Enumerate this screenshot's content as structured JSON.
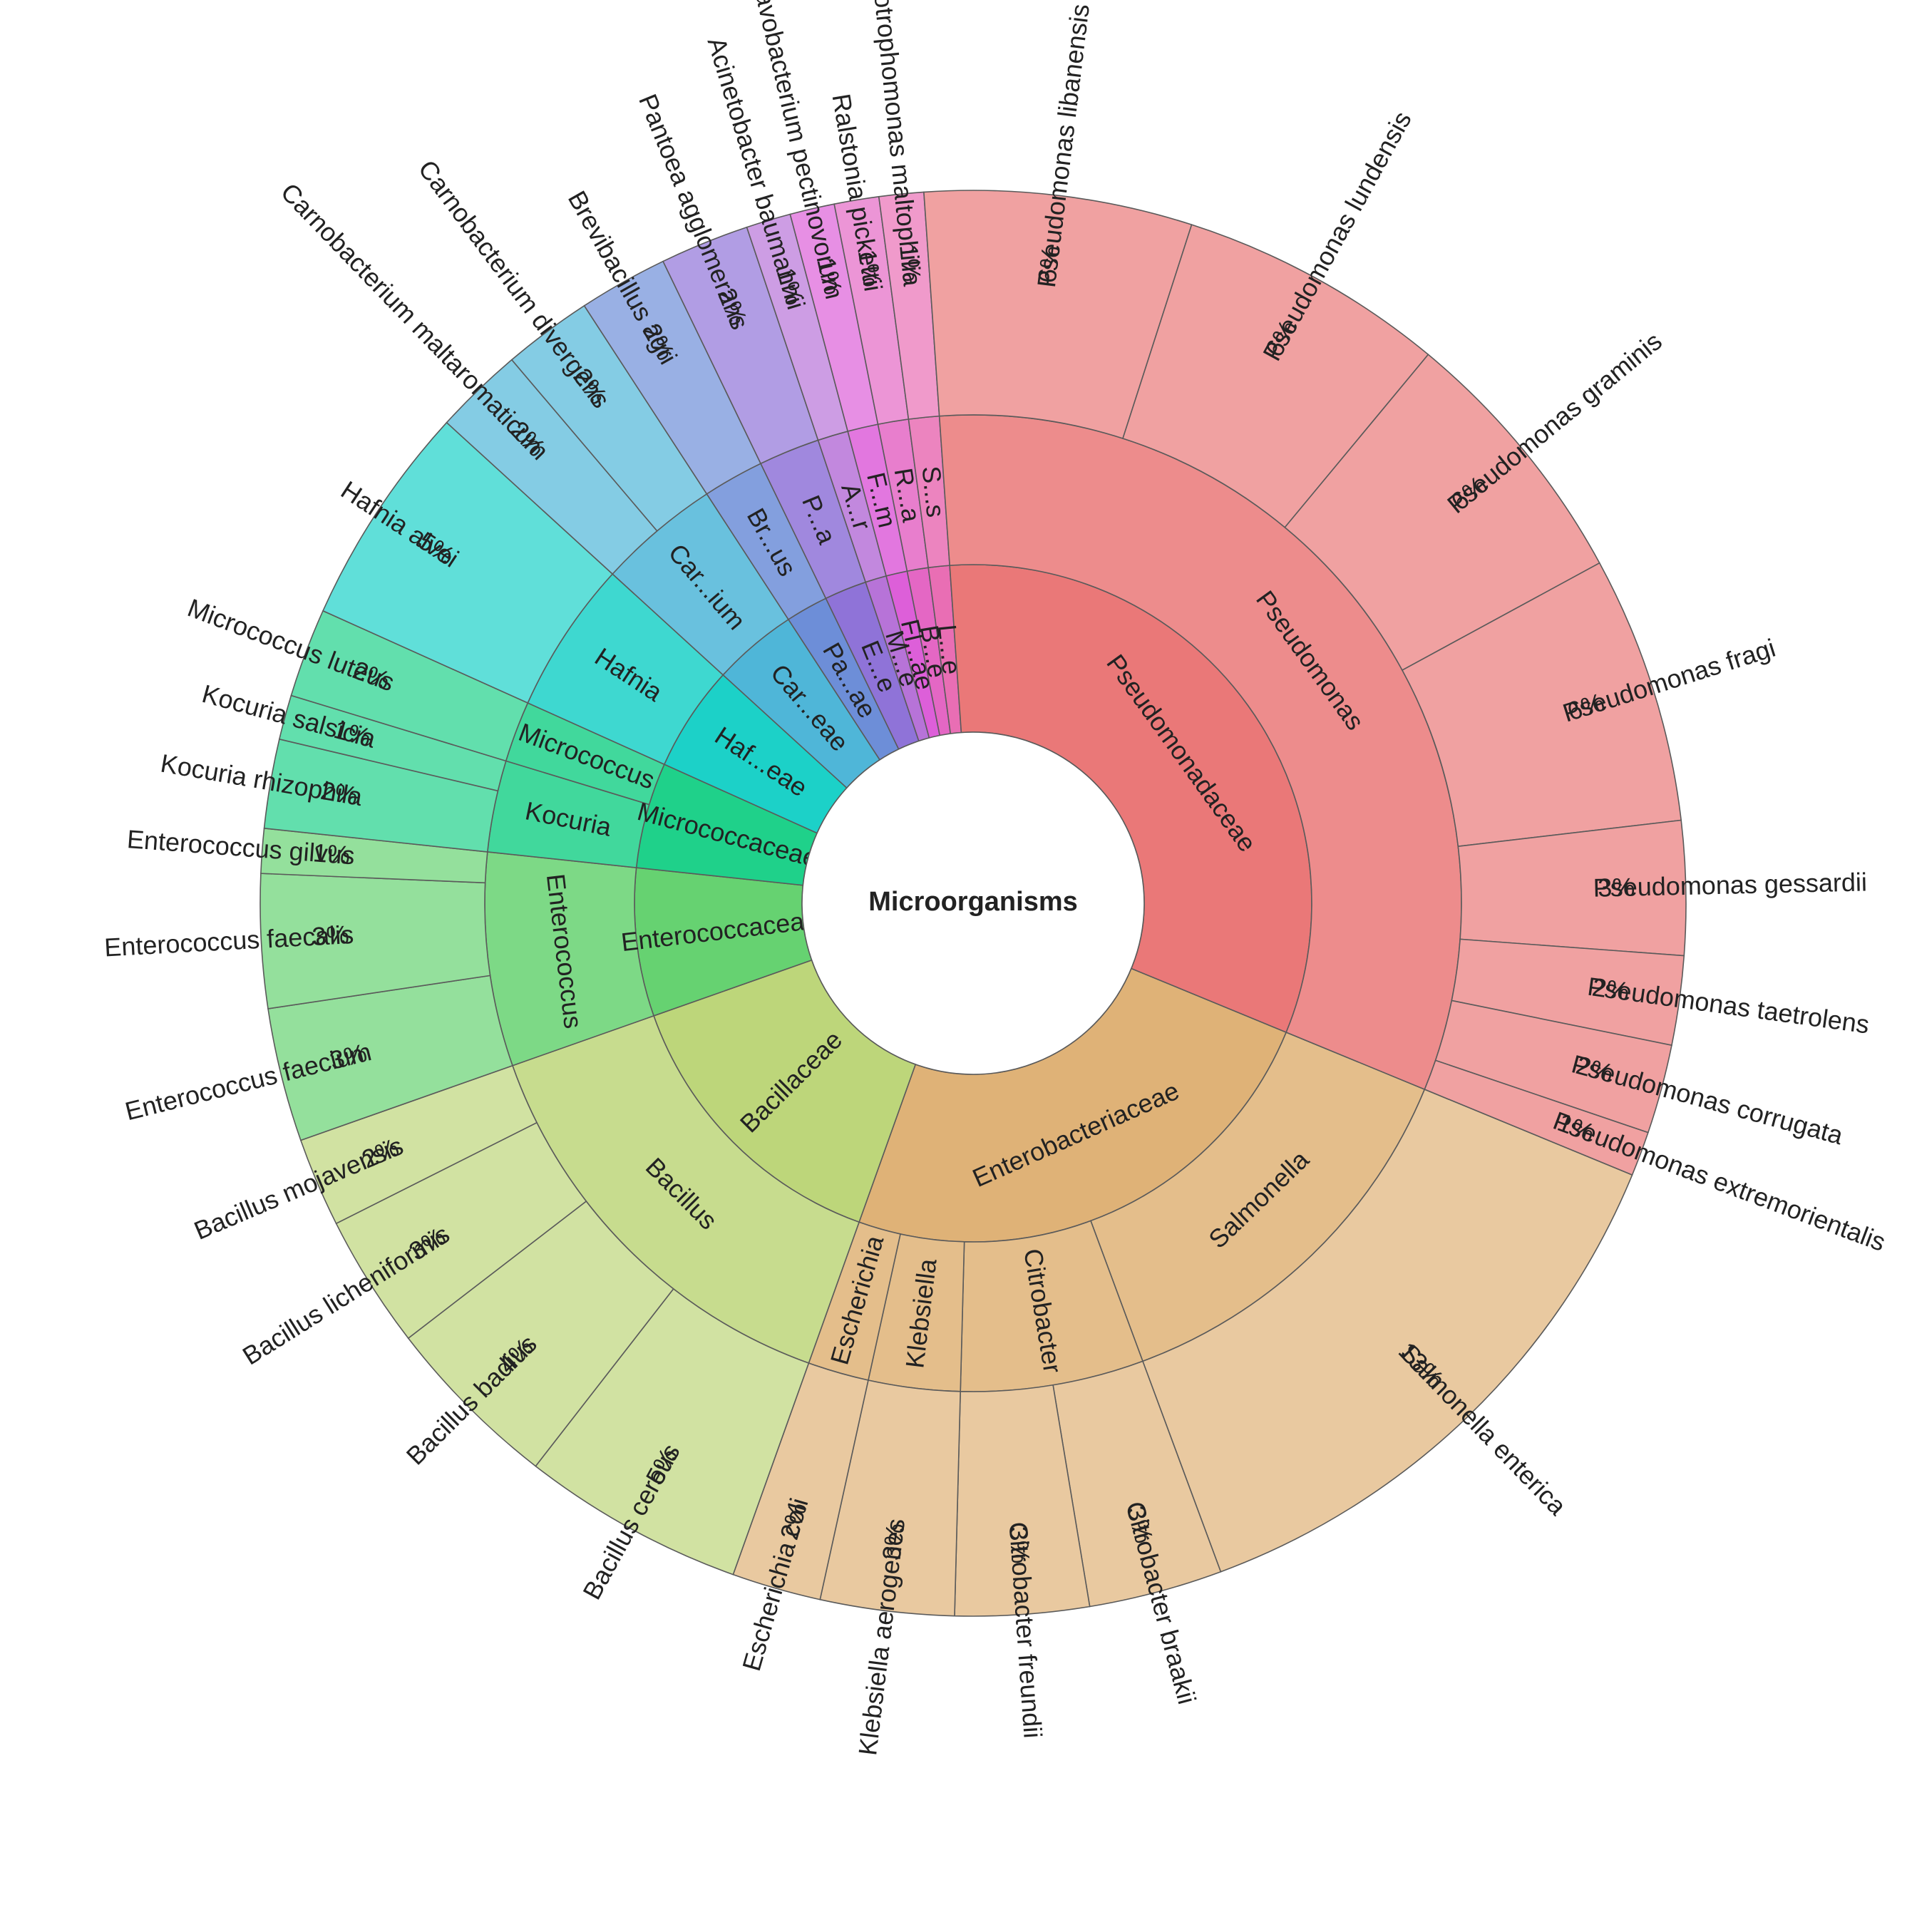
{
  "chart_data": {
    "type": "sunburst",
    "title": "Microorganisms",
    "center_label": "Microorganisms",
    "levels": [
      "family",
      "genus",
      "species"
    ],
    "families": [
      {
        "name": "Enterobacteriaceae",
        "color": "#dfb277",
        "genera": [
          {
            "name": "Salmonella",
            "species": [
              {
                "name": "Salmonella enterica",
                "pct": "13%",
                "value": 13
              }
            ]
          },
          {
            "name": "Citrobacter",
            "species": [
              {
                "name": "Citrobacter braakii",
                "pct": "3%",
                "value": 3
              },
              {
                "name": "Citrobacter freundii",
                "pct": "3%",
                "value": 3
              }
            ]
          },
          {
            "name": "Klebsiella",
            "species": [
              {
                "name": "Klebsiella aerogenes",
                "pct": "3%",
                "value": 3
              }
            ]
          },
          {
            "name": "Escherichia",
            "species": [
              {
                "name": "Escherichia coli",
                "pct": "2%",
                "value": 2
              }
            ]
          }
        ]
      },
      {
        "name": "Bacillaceae",
        "color": "#bdd67a",
        "genera": [
          {
            "name": "Bacillus",
            "species": [
              {
                "name": "Bacillus cereus",
                "pct": "5%",
                "value": 5
              },
              {
                "name": "Bacillus badius",
                "pct": "4%",
                "value": 4
              },
              {
                "name": "Bacillus licheniformis",
                "pct": "3%",
                "value": 3
              },
              {
                "name": "Bacillus mojavensis",
                "pct": "2%",
                "value": 2
              }
            ]
          }
        ]
      },
      {
        "name": "Enterococcaceae",
        "color": "#66d271",
        "genera": [
          {
            "name": "Enterococcus",
            "species": [
              {
                "name": "Enterococcus faecium",
                "pct": "3%",
                "value": 3
              },
              {
                "name": "Enterococcus faecalis",
                "pct": "3%",
                "value": 3
              },
              {
                "name": "Enterococcus gilvus",
                "pct": "1%",
                "value": 1
              }
            ]
          }
        ]
      },
      {
        "name": "Micrococcaceae",
        "color": "#1fd18a",
        "genera": [
          {
            "name": "Kocuria",
            "species": [
              {
                "name": "Kocuria rhizophila",
                "pct": "2%",
                "value": 2
              },
              {
                "name": "Kocuria salsicia",
                "pct": "1%",
                "value": 1
              }
            ]
          },
          {
            "name": "Micrococcus",
            "species": [
              {
                "name": "Micrococcus luteus",
                "pct": "2%",
                "value": 2
              }
            ]
          }
        ]
      },
      {
        "name": "Hafniaceae",
        "short": "Haf...eae",
        "color": "#1cd1c8",
        "genera": [
          {
            "name": "Hafnia",
            "species": [
              {
                "name": "Hafnia alvei",
                "pct": "5%",
                "value": 5
              }
            ]
          }
        ]
      },
      {
        "name": "Carnobacteriaceae",
        "short": "Car...eae",
        "color": "#4fb6d8",
        "genera": [
          {
            "name": "Carnobacterium",
            "short": "Car...ium",
            "species": [
              {
                "name": "Carnobacterium maltaromaticum",
                "pct": "2%",
                "value": 2
              },
              {
                "name": "Carnobacterium divergens",
                "pct": "2%",
                "value": 2
              }
            ]
          }
        ]
      },
      {
        "name": "Paenibacillaceae",
        "short": "Pa...ae",
        "color": "#6d8ed8",
        "genera": [
          {
            "name": "Brevibacillus",
            "short": "Br...us",
            "species": [
              {
                "name": "Brevibacillus agri",
                "pct": "2%",
                "value": 2
              }
            ]
          }
        ]
      },
      {
        "name": "Erwiniaceae",
        "short": "E...e",
        "color": "#8f73d8",
        "genera": [
          {
            "name": "Pantoea",
            "short": "P...a",
            "species": [
              {
                "name": "Pantoea agglomerans",
                "pct": "2%",
                "value": 2
              }
            ]
          }
        ]
      },
      {
        "name": "Moraxellaceae",
        "short": "M...e",
        "color": "#b773d8",
        "genera": [
          {
            "name": "Acinetobacter",
            "short": "A...r",
            "species": [
              {
                "name": "Acinetobacter baumannii",
                "pct": "1%",
                "value": 1
              }
            ]
          }
        ]
      },
      {
        "name": "Flavobacteriaceae",
        "short": "Fl...ae",
        "color": "#dd5fd9",
        "genera": [
          {
            "name": "Flavobacterium",
            "short": "F...m",
            "species": [
              {
                "name": "Flavobacterium pectinovorum",
                "pct": "1%",
                "value": 1
              }
            ]
          }
        ]
      },
      {
        "name": "Burkholderiaceae",
        "short": "B...e",
        "color": "#e467c4",
        "genera": [
          {
            "name": "Ralstonia",
            "short": "R...a",
            "species": [
              {
                "name": "Ralstonia pickettii",
                "pct": "1%",
                "value": 1
              }
            ]
          }
        ]
      },
      {
        "name": "Lysobacteraceae",
        "short": "L...e",
        "color": "#e96eb4",
        "genera": [
          {
            "name": "Stenotrophomonas",
            "short": "S...s",
            "species": [
              {
                "name": "Stenotrophomonas maltophilia",
                "pct": "1%",
                "value": 1
              }
            ]
          }
        ]
      },
      {
        "name": "Pseudomonadaceae",
        "color": "#ea7878",
        "genera": [
          {
            "name": "Pseudomonas",
            "species": [
              {
                "name": "Pseudomonas libanensis",
                "pct": "6%",
                "value": 6
              },
              {
                "name": "Pseudomonas lundensis",
                "pct": "6%",
                "value": 6
              },
              {
                "name": "Pseudomonas graminis",
                "pct": "6%",
                "value": 6
              },
              {
                "name": "Pseudomonas fragi",
                "pct": "6%",
                "value": 6
              },
              {
                "name": "Pseudomonas gessardii",
                "pct": "3%",
                "value": 3
              },
              {
                "name": "Pseudomonas taetrolens",
                "pct": "2%",
                "value": 2
              },
              {
                "name": "Pseudomonas corrugata",
                "pct": "2%",
                "value": 2
              },
              {
                "name": "Pseudomonas extremorientalis",
                "pct": "1%",
                "value": 1
              }
            ]
          }
        ]
      }
    ]
  }
}
